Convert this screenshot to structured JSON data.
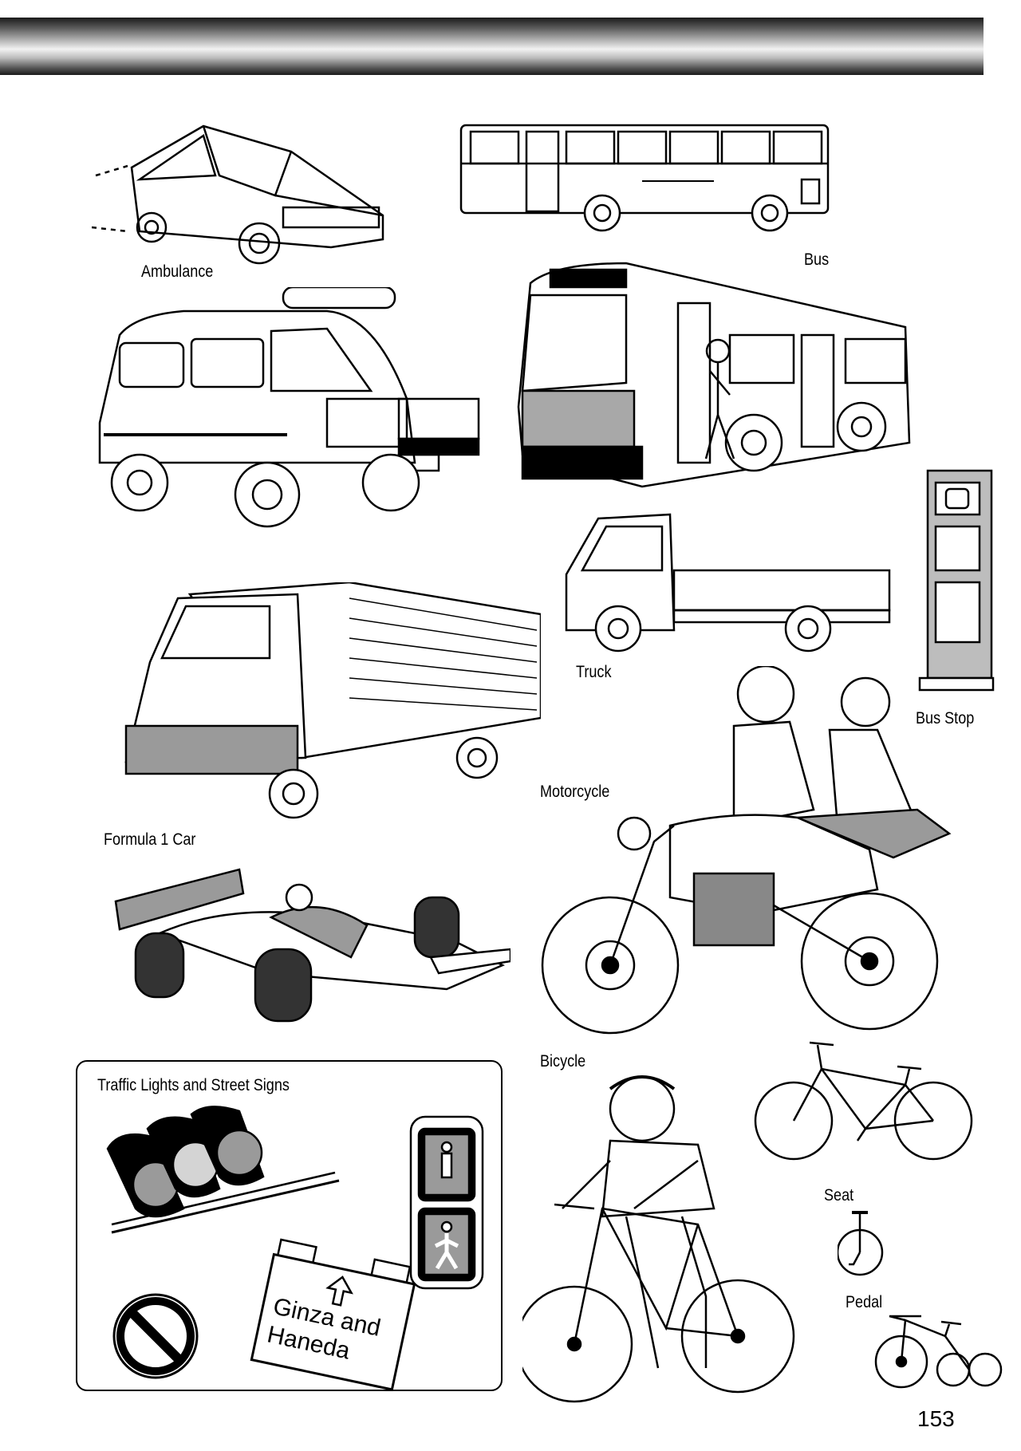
{
  "labels": {
    "ambulance": "Ambulance",
    "bus": "Bus",
    "truck": "Truck",
    "bus_stop": "Bus Stop",
    "motorcycle": "Motorcycle",
    "formula_1_car": "Formula 1 Car",
    "bicycle": "Bicycle",
    "traffic_panel_title": "Traffic Lights and Street Signs",
    "seat": "Seat",
    "pedal": "Pedal"
  },
  "street_sign": {
    "line1": "Ginza and",
    "line2": "Haneda"
  },
  "page_number": "153",
  "colors": {
    "ink": "#000000",
    "paper": "#ffffff",
    "screentone": "#9a9a9a"
  }
}
